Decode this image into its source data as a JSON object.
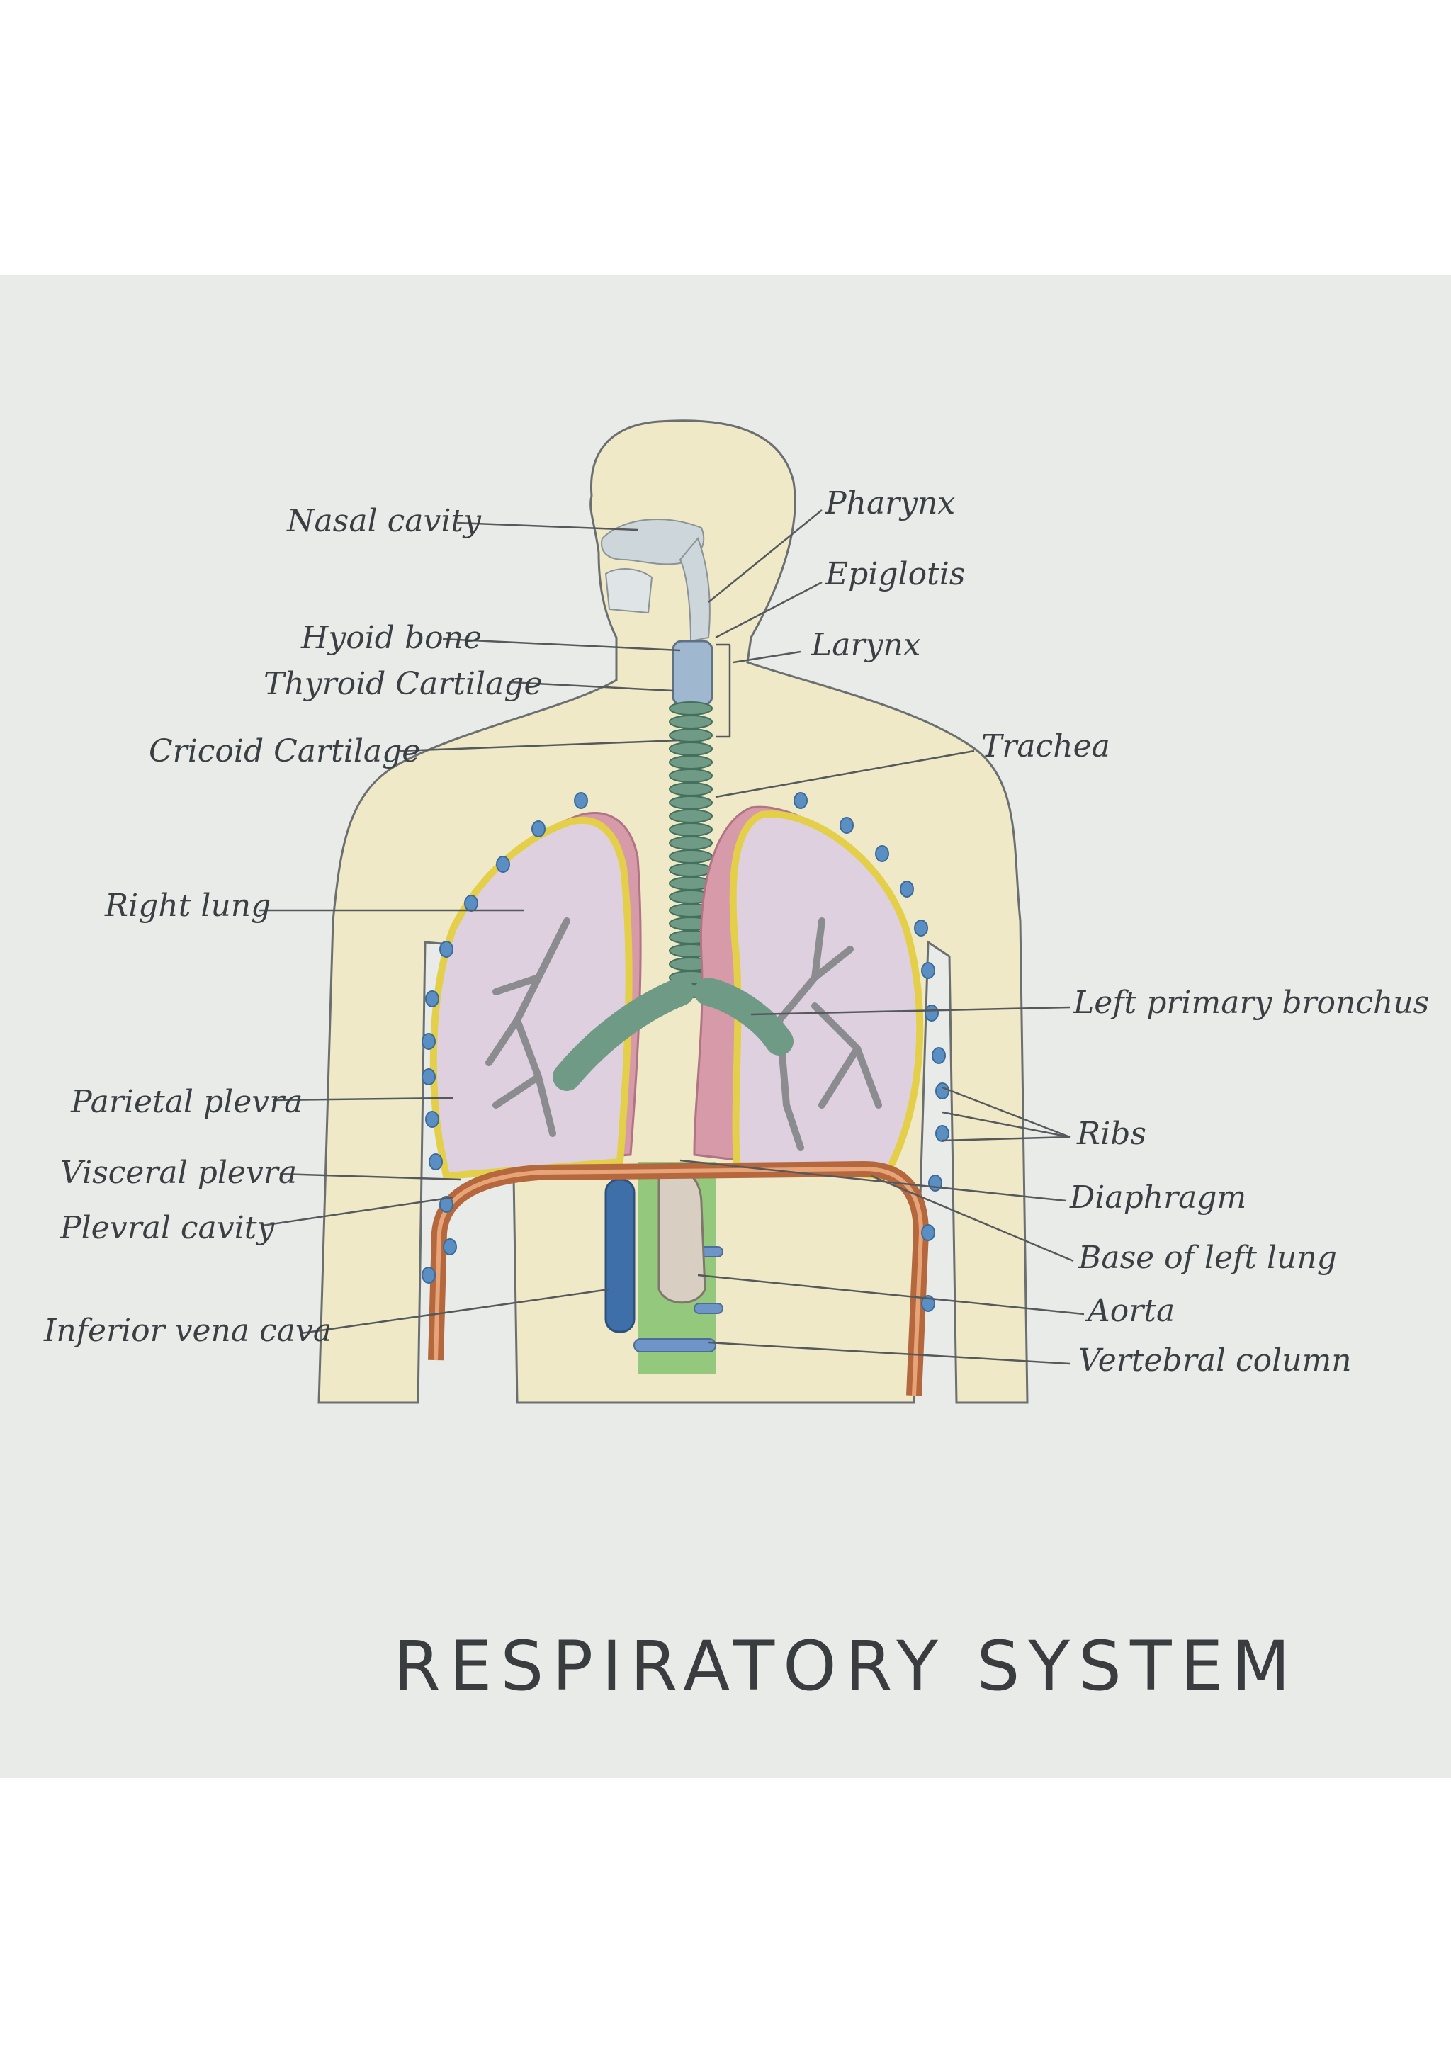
{
  "title": "RESPIRATORY SYSTEM",
  "labels": {
    "nasal_cavity": "Nasal cavity",
    "pharynx": "Pharynx",
    "epiglotis": "Epiglotis",
    "hyoid_bone": "Hyoid bone",
    "larynx": "Larynx",
    "thyroid_cartilage": "Thyroid Cartilage",
    "cricoid_cartilage": "Cricoid Cartilage",
    "trachea": "Trachea",
    "right_lung": "Right lung",
    "left_primary_bronchus": "Left primary bronchus",
    "parietal_pleura": "Parietal plevra",
    "ribs": "Ribs",
    "visceral_pleura": "Visceral plevra",
    "diaphragm": "Diaphragm",
    "pleural_cavity": "Plevral cavity",
    "base_of_left_lung": "Base of left lung",
    "aorta": "Aorta",
    "inferior_vena_cava": "Inferior vena cava",
    "vertebral_column": "Vertebral column"
  },
  "colors": {
    "paper": "#e8ebe7",
    "body_fill": "#efe9c8",
    "lung_fill": "#dfd0e0",
    "pleura_yellow": "#e3cf4a",
    "pleura_pink": "#d79aa8",
    "trachea_green": "#6f9a86",
    "diaphragm_brown": "#b5673d",
    "rib_blue": "#5b8fc4",
    "vena_cava_blue": "#3f6fa8",
    "spine_green": "#7cbf6a"
  }
}
